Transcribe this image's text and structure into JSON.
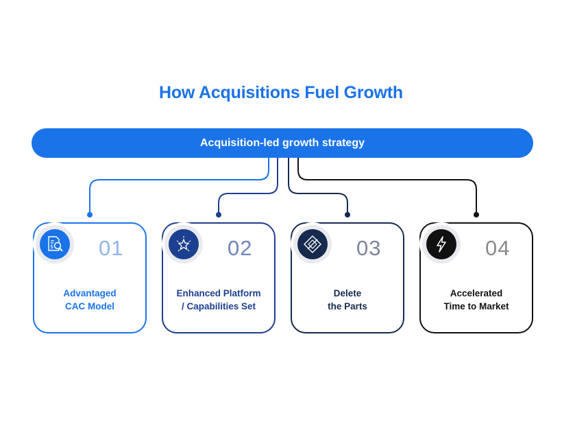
{
  "title": "How Acquisitions Fuel Growth",
  "banner": "Acquisition-led growth strategy",
  "colors": {
    "accent": "#1a73e8",
    "card1": "#1a73e8",
    "card2": "#1d3f8f",
    "card3": "#162a4e",
    "card4": "#111111"
  },
  "cards": [
    {
      "number": "01",
      "line1": "Advantaged",
      "line2": "CAC Model",
      "icon": "document-search-icon"
    },
    {
      "number": "02",
      "line1": "Enhanced Platform",
      "line2": "/ Capabilities Set",
      "icon": "star-icon"
    },
    {
      "number": "03",
      "line1": "Delete",
      "line2": "the Parts",
      "icon": "diamond-icon"
    },
    {
      "number": "04",
      "line1": "Accelerated",
      "line2": "Time to Market",
      "icon": "lightning-icon"
    }
  ]
}
